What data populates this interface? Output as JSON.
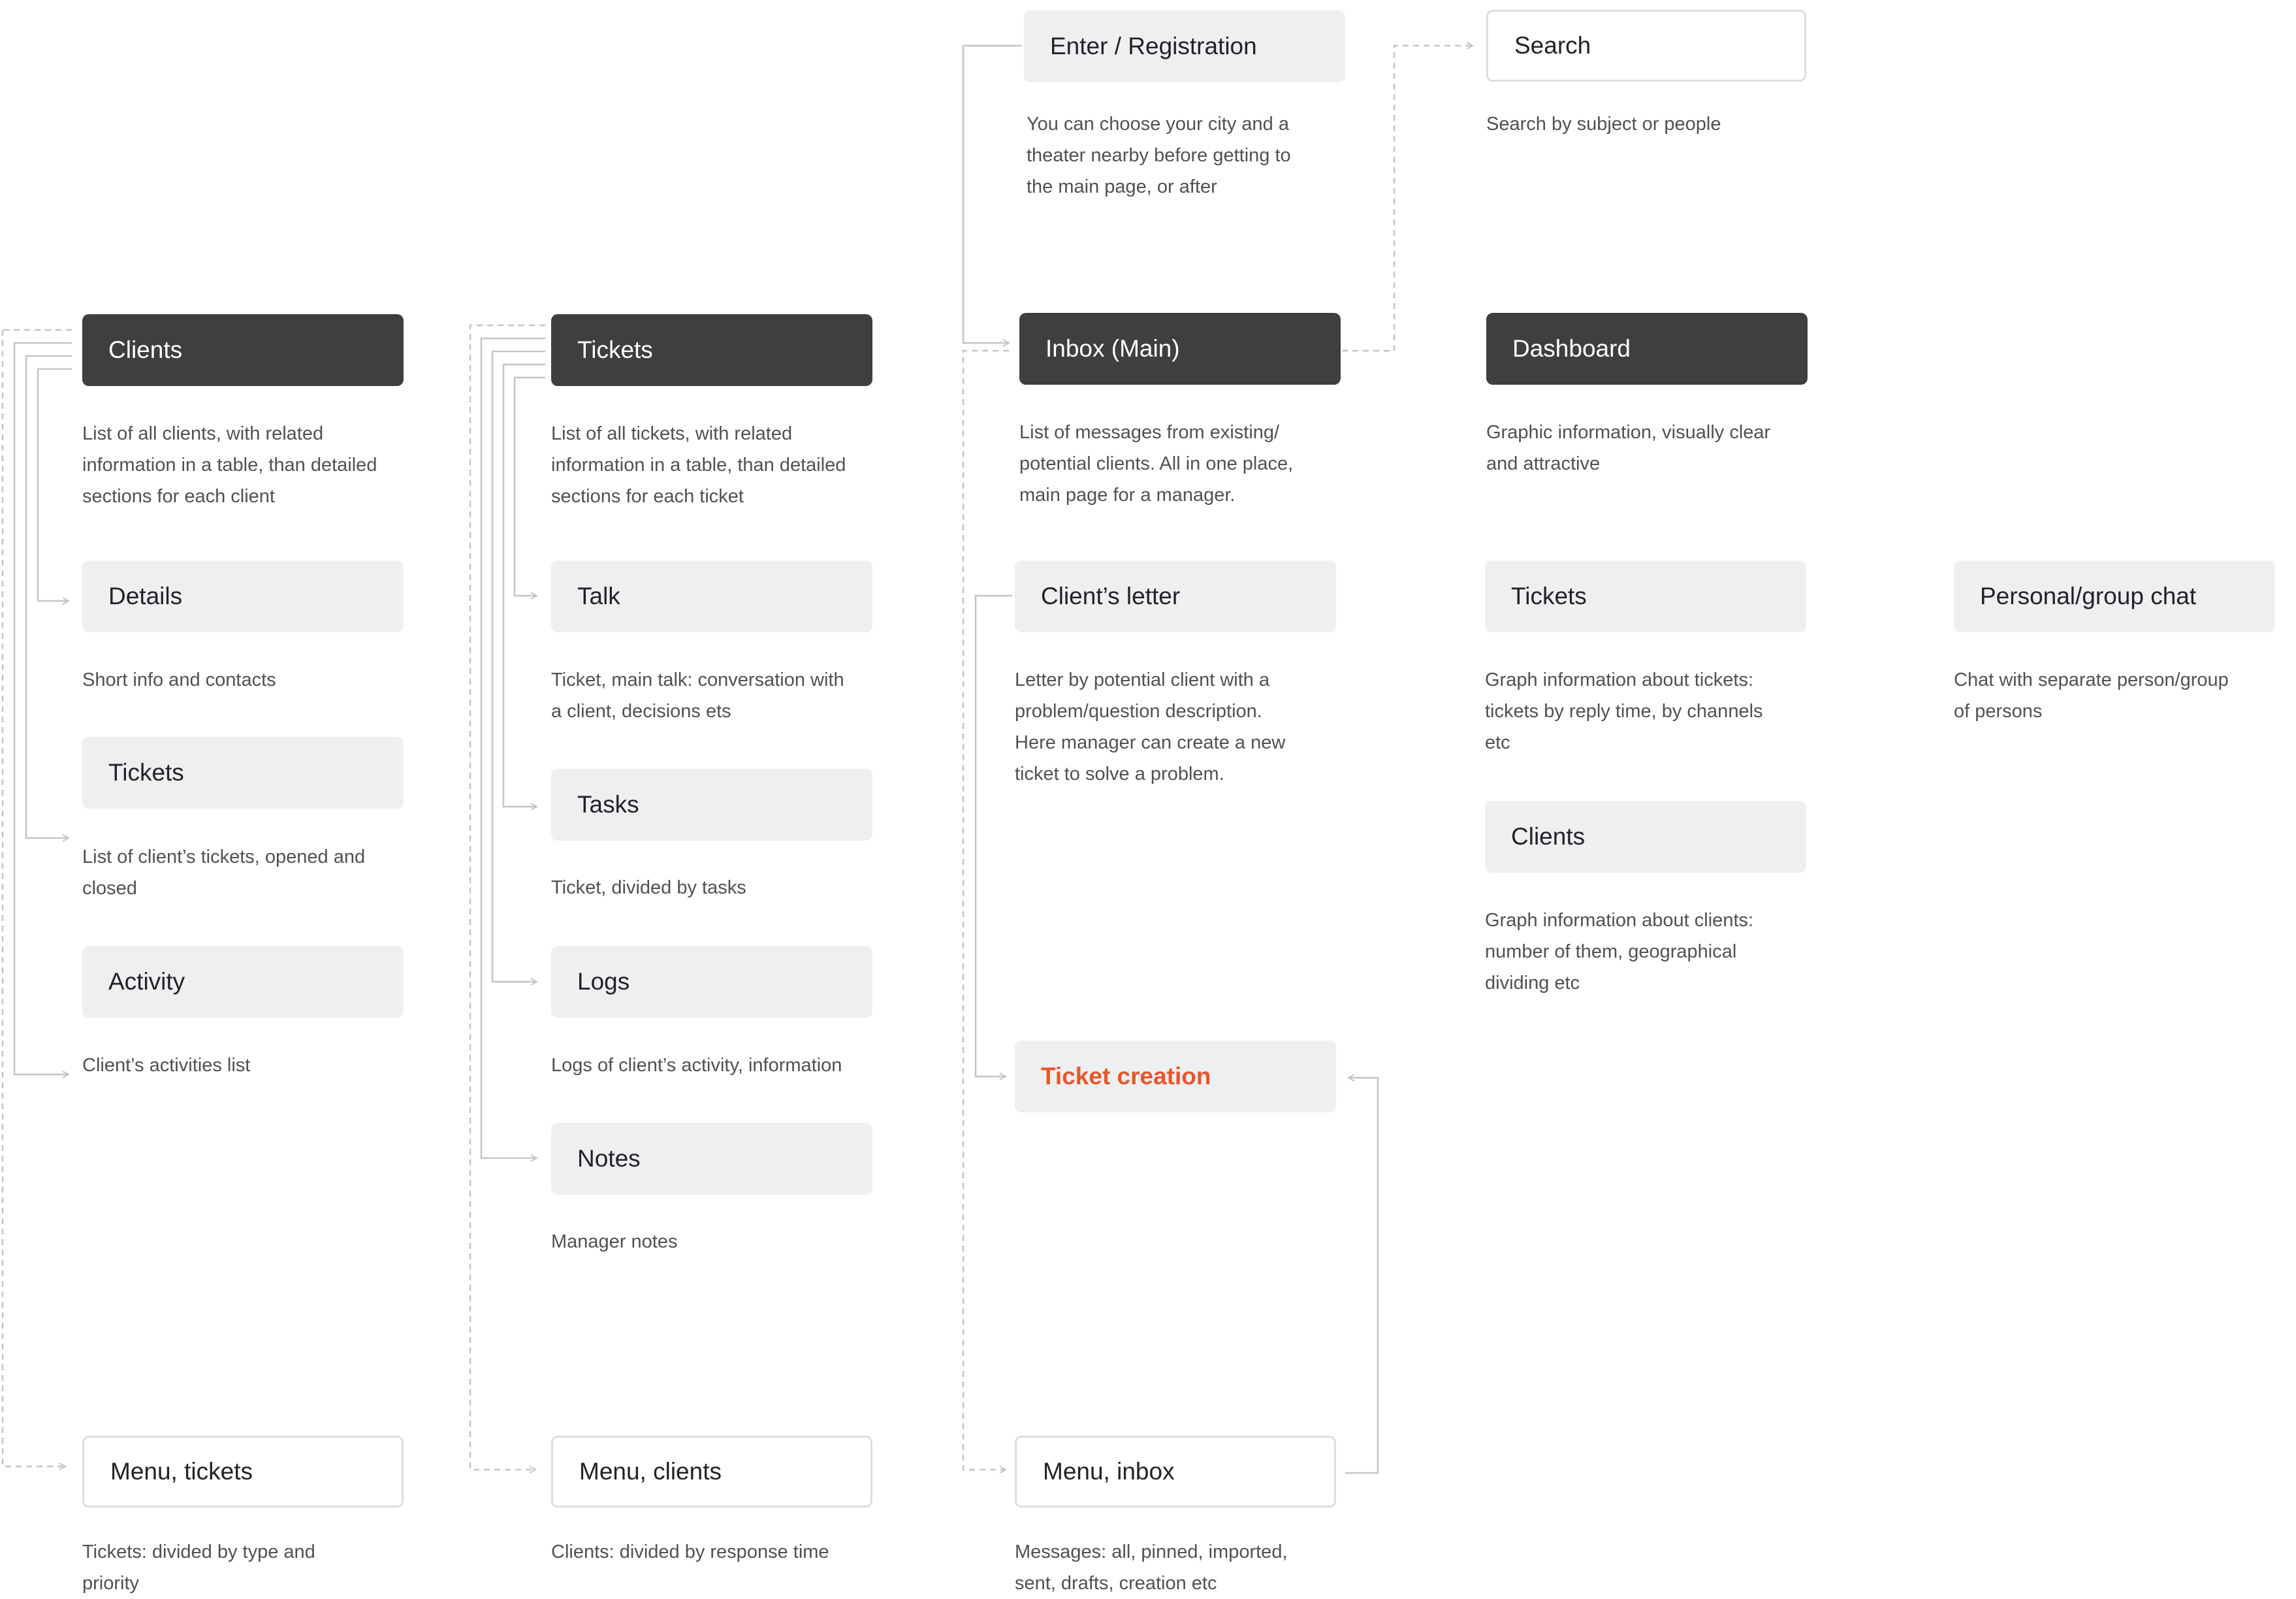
{
  "colors": {
    "dark_node": "#3f3f41",
    "light_node": "#eeeff1",
    "outline": "#dddee1",
    "connector": "#c4c5c9",
    "accent": "#e8572a",
    "text": "#222327",
    "desc_text": "#505155"
  },
  "entry": {
    "title": "Enter / Registration",
    "desc": [
      "You can choose your city and a",
      "theater nearby before getting to",
      "the main page, or after"
    ]
  },
  "search": {
    "title": "Search",
    "desc": [
      "Search by subject or people"
    ]
  },
  "clients_col": {
    "main": {
      "title": "Clients",
      "desc": [
        "List of all clients, with related",
        "information in a table, than detailed",
        "sections for each client"
      ]
    },
    "details": {
      "title": "Details",
      "desc": [
        "Short info and contacts"
      ]
    },
    "tickets": {
      "title": "Tickets",
      "desc": [
        "List of client’s tickets, opened and",
        "closed"
      ]
    },
    "activity": {
      "title": "Activity",
      "desc": [
        "Client’s activities list"
      ]
    },
    "menu": {
      "title": "Menu, tickets",
      "desc": [
        "Tickets:  divided by type and",
        "priority"
      ]
    }
  },
  "tickets_col": {
    "main": {
      "title": "Tickets",
      "desc": [
        "List of all tickets, with related",
        "information in a table, than detailed",
        "sections for each ticket"
      ]
    },
    "talk": {
      "title": "Talk",
      "desc": [
        "Ticket, main talk: conversation with",
        "a client, decisions ets"
      ]
    },
    "tasks": {
      "title": "Tasks",
      "desc": [
        "Ticket, divided by tasks"
      ]
    },
    "logs": {
      "title": "Logs",
      "desc": [
        "Logs of client’s activity, information"
      ]
    },
    "notes": {
      "title": "Notes",
      "desc": [
        "Manager notes"
      ]
    },
    "menu": {
      "title": "Menu, clients",
      "desc": [
        "Clients: divided by response time"
      ]
    }
  },
  "inbox_col": {
    "main": {
      "title": "Inbox (Main)",
      "desc": [
        "List of messages from existing/",
        "potential clients. All in one place,",
        "main page for a manager."
      ]
    },
    "letter": {
      "title": "Client’s letter",
      "desc": [
        "Letter by potential client with a",
        "problem/question description.",
        "Here manager can create a new",
        "ticket to solve a problem."
      ]
    },
    "ticket_creation": {
      "title": "Ticket creation"
    },
    "menu": {
      "title": "Menu, inbox",
      "desc": [
        "Messages: all, pinned, imported,",
        "sent, drafts, creation etc"
      ]
    }
  },
  "dashboard_col": {
    "main": {
      "title": "Dashboard",
      "desc": [
        "Graphic information, visually clear",
        "and attractive"
      ]
    },
    "tickets": {
      "title": "Tickets",
      "desc": [
        "Graph information about tickets:",
        "tickets by reply time, by channels",
        "etc"
      ]
    },
    "clients": {
      "title": "Clients",
      "desc": [
        "Graph information about clients:",
        "number of them, geographical",
        "dividing etc"
      ]
    }
  },
  "chat": {
    "title": "Personal/group chat",
    "desc": [
      "Chat with separate person/group",
      "of persons"
    ]
  }
}
